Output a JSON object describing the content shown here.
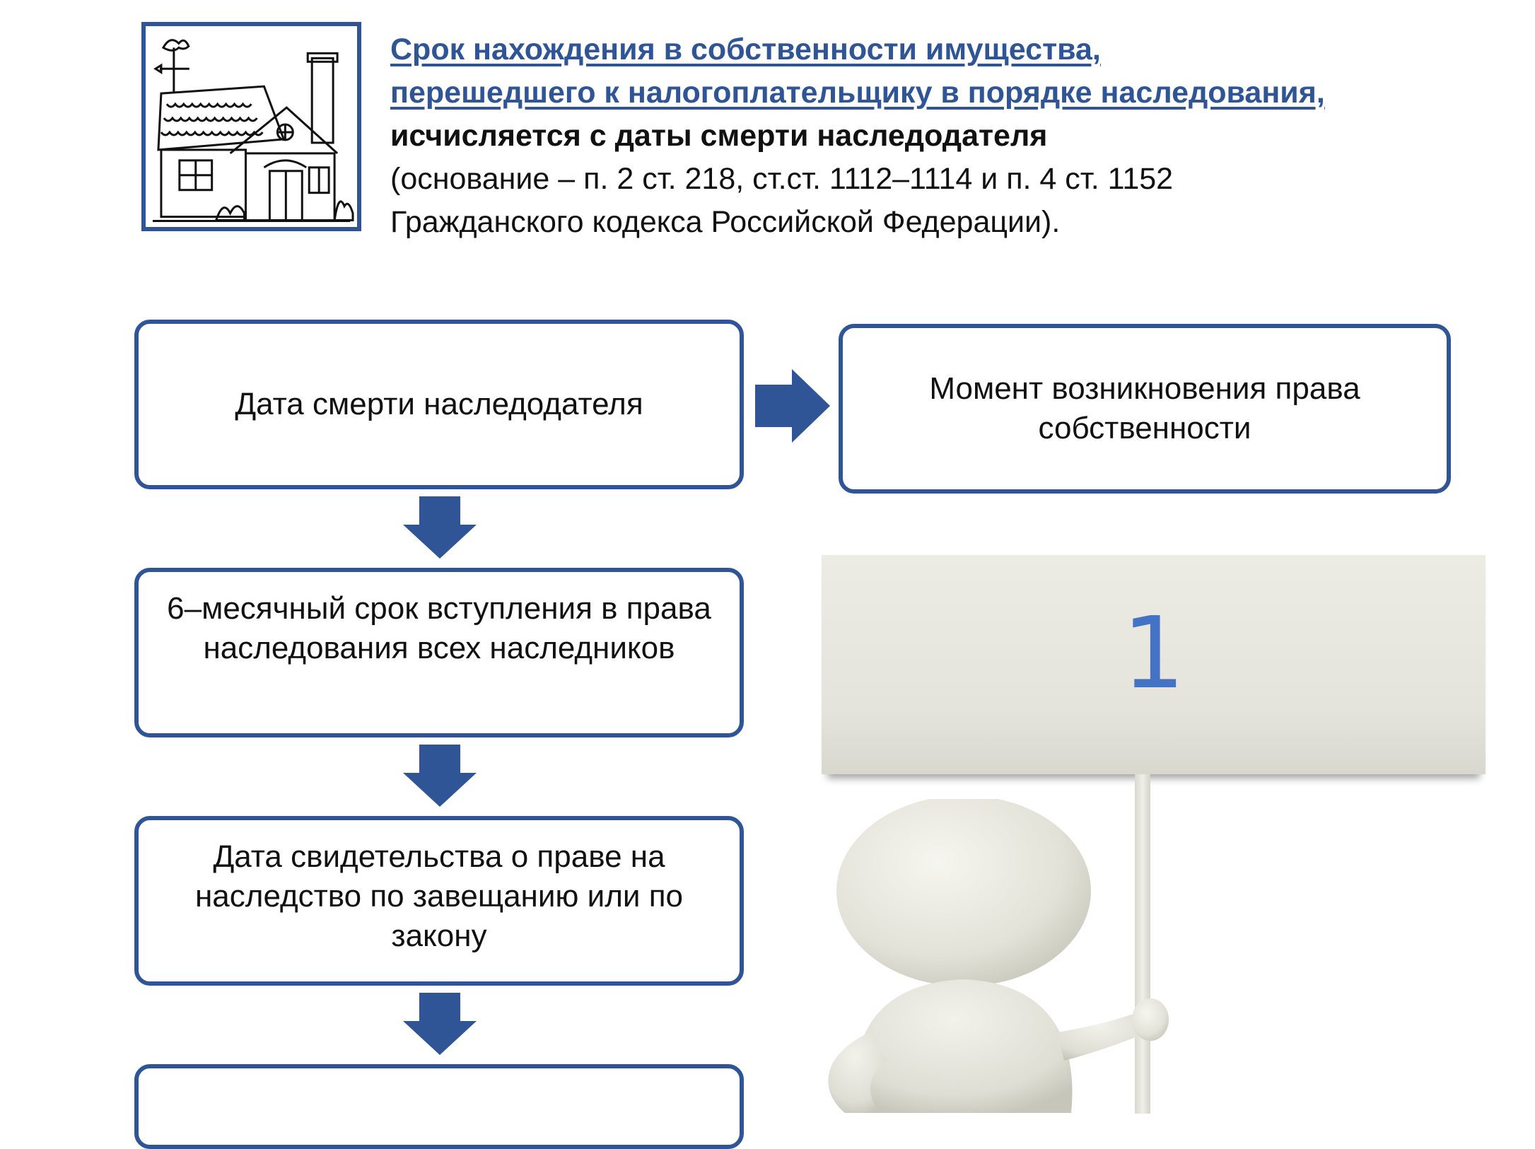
{
  "header": {
    "title_line1": "Срок нахождения в собственности имущества,",
    "title_line2": "перешедшего  к налогоплательщику в порядке наследования,",
    "bold_line": "исчисляется с даты смерти наследодателя",
    "basis_line1": "(основание – п. 2 ст. 218, ст.ст. 1112–1114 и п. 4 ст. 1152",
    "basis_line2": "Гражданского кодекса Российской Федерации)."
  },
  "flow": {
    "box1": "Дата  смерти  наследодателя",
    "box_right_line1": "Момент  возникновения  права",
    "box_right_line2": "собственности",
    "box2_line1": "6–месячный срок  вступления в права",
    "box2_line2": "наследования всех  наследников",
    "box3_line1": "Дата свидетельства о праве на",
    "box3_line2": "наследство по завещанию  или по",
    "box3_line3": "закону"
  },
  "illustration": {
    "sign_number": "1"
  },
  "colors": {
    "accent": "#2f5597",
    "sign_number": "#4472c4"
  },
  "icons": [
    "house-drawing-icon",
    "arrow-right-icon",
    "arrow-down-icon"
  ]
}
